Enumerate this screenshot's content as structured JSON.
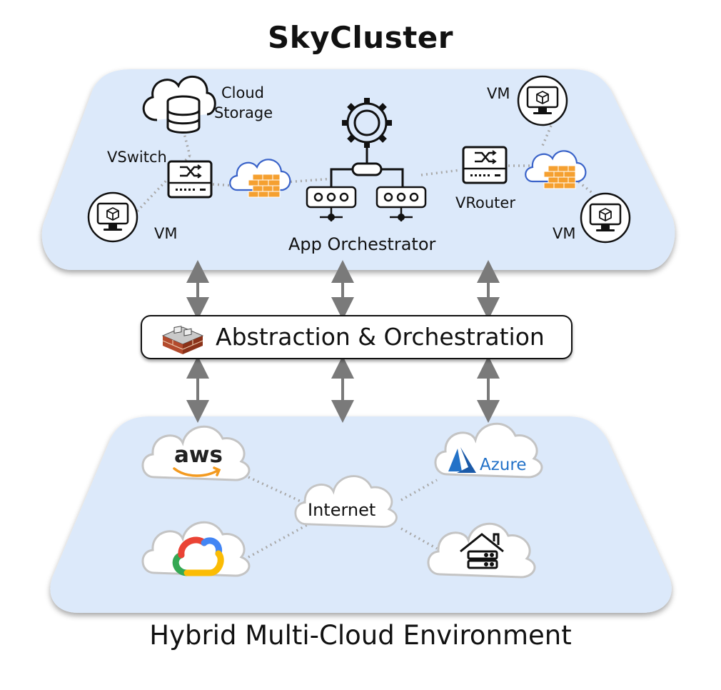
{
  "title": "SkyCluster",
  "bottom_title": "Hybrid Multi-Cloud Environment",
  "layer_top": {
    "labels": {
      "cloud_storage_1": "Cloud",
      "cloud_storage_2": "Storage",
      "vswitch": "VSwitch",
      "vm_left": "VM",
      "app_orchestrator": "App Orchestrator",
      "vrouter": "VRouter",
      "vm_top_right": "VM",
      "vm_bottom_right": "VM"
    }
  },
  "orchestration": {
    "label": "Abstraction & Orchestration"
  },
  "layer_bottom": {
    "labels": {
      "aws": "aws",
      "azure": "Azure",
      "internet": "Internet"
    }
  },
  "colors": {
    "layer_fill": "#dce9fa",
    "arrow": "#7a7a7a",
    "firewall": "#f5a030",
    "firewall_cloud": "#3a63c9",
    "azure_blue": "#2372c8",
    "aws_orange": "#f39a1f"
  },
  "icons": [
    "cloud-storage-icon",
    "vswitch-icon",
    "firewall-icon",
    "vm-icon",
    "gear-icon",
    "server-icon",
    "vrouter-icon",
    "aws-logo",
    "azure-logo",
    "google-cloud-logo",
    "on-prem-house-icon",
    "brick-wall-icon"
  ]
}
